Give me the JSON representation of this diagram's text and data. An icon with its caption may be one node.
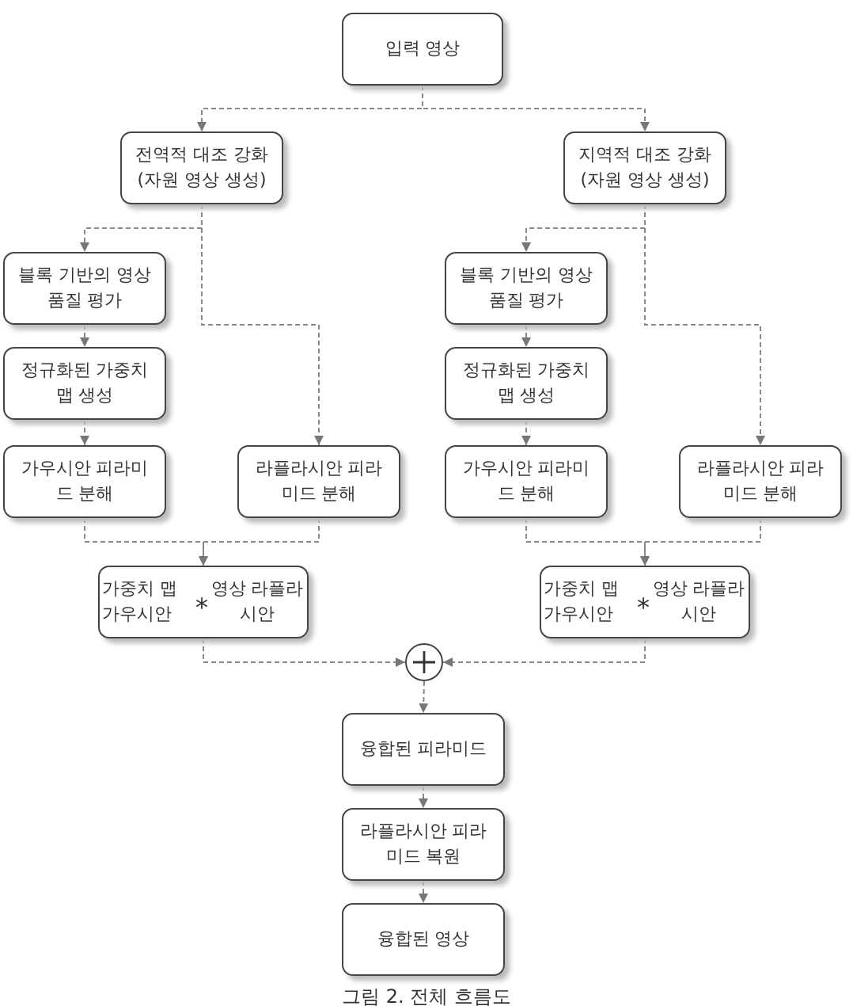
{
  "diagram": {
    "caption": "그림 2. 전체 흐름도",
    "nodes": [
      {
        "text": [
          "입력 영상"
        ]
      },
      {
        "text": [
          "전역적 대조 강화 (자원 영상 생성)"
        ]
      },
      {
        "text": [
          "지역적 대조 강화 (자원 영상 생성)"
        ]
      },
      {
        "text": [
          "블록 기반의 영상 품질 평가"
        ]
      },
      {
        "text": [
          "정규화된 가중치 맵 생성"
        ]
      },
      {
        "text": [
          "가우시안 피라미드 분해"
        ]
      },
      {
        "text": [
          "라플라시안 피라미드 분해"
        ]
      },
      {
        "text": [
          "블록 기반의 영상 품질 평가"
        ]
      },
      {
        "text": [
          "정규화된 가중치 맵 생성"
        ]
      },
      {
        "text": [
          "가우시안 피라미드 분해"
        ]
      },
      {
        "text": [
          "라플라시안 피라미드 분해"
        ]
      },
      {
        "text": [
          "가중치 맵 가우시안",
          "*",
          "영상 라플라시안"
        ]
      },
      {
        "text": [
          "가중치 맵 가우시안",
          "*",
          "영상 라플라시안"
        ]
      },
      {
        "text": [],
        "shape": "circle"
      },
      {
        "text": [
          "융합된 피라미드"
        ]
      },
      {
        "text": [
          "라플라시안 피라미드 복원"
        ]
      },
      {
        "text": [
          "융합된 영상"
        ]
      }
    ],
    "edges": [
      {
        "from": 0,
        "to": 1,
        "arrow": "to",
        "style": "dashed"
      },
      {
        "from": 0,
        "to": 2,
        "arrow": "to",
        "style": "dashed"
      },
      {
        "from": 1,
        "to": 3,
        "arrow": "to",
        "style": "dashed"
      },
      {
        "from": 1,
        "to": 6,
        "arrow": "to",
        "style": "dashed"
      },
      {
        "from": 3,
        "to": 4,
        "arrow": "to",
        "style": "dashed"
      },
      {
        "from": 4,
        "to": 5,
        "arrow": "to",
        "style": "dashed"
      },
      {
        "from": 5,
        "to": 11,
        "arrow": "to",
        "style": "dashed"
      },
      {
        "from": 6,
        "to": 11,
        "arrow": "to",
        "style": "dashed"
      },
      {
        "from": 2,
        "to": 7,
        "arrow": "to",
        "style": "dashed"
      },
      {
        "from": 2,
        "to": 10,
        "arrow": "to",
        "style": "dashed"
      },
      {
        "from": 7,
        "to": 8,
        "arrow": "to",
        "style": "dashed"
      },
      {
        "from": 8,
        "to": 9,
        "arrow": "to",
        "style": "dashed"
      },
      {
        "from": 9,
        "to": 12,
        "arrow": "to",
        "style": "dashed"
      },
      {
        "from": 10,
        "to": 12,
        "arrow": "to",
        "style": "dashed"
      },
      {
        "from": 11,
        "to": 13,
        "arrow": "to",
        "style": "dashed"
      },
      {
        "from": 12,
        "to": 13,
        "arrow": "to",
        "style": "dashed"
      },
      {
        "from": 13,
        "to": 14,
        "arrow": "to",
        "style": "dashed"
      },
      {
        "from": 14,
        "to": 15,
        "arrow": "to",
        "style": "dashed"
      },
      {
        "from": 15,
        "to": 16,
        "arrow": "to",
        "style": "dashed"
      }
    ]
  }
}
